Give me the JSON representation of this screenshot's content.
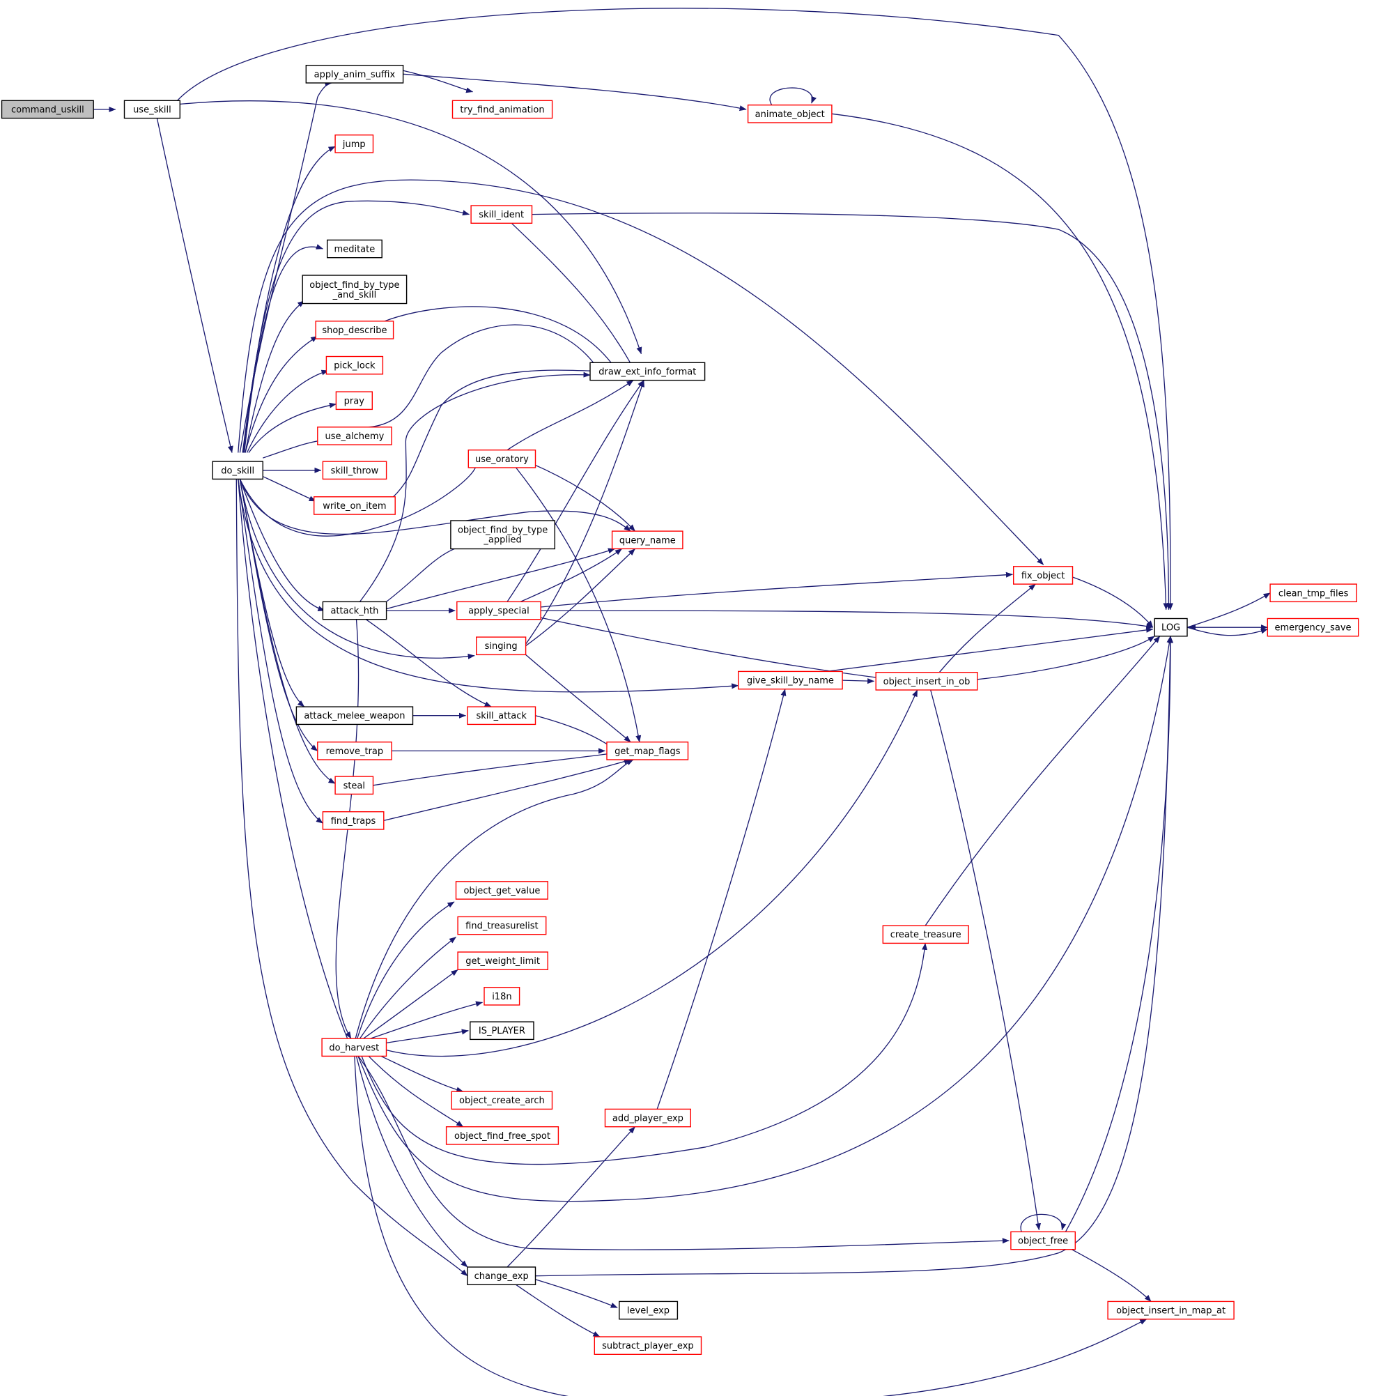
{
  "colors": {
    "edge": "#191970",
    "root_fill": "#bfbfbf",
    "root_border": "#000000",
    "complete_border": "#000000",
    "incomplete_border": "#ff0000",
    "text": "#000000"
  },
  "nodes": {
    "command_uskill": {
      "label": "command_uskill",
      "kind": "root"
    },
    "use_skill": {
      "label": "use_skill",
      "kind": "complete"
    },
    "do_skill": {
      "label": "do_skill",
      "kind": "complete"
    },
    "apply_anim_suffix": {
      "label": "apply_anim_suffix",
      "kind": "complete"
    },
    "try_find_animation": {
      "label": "try_find_animation",
      "kind": "incomplete"
    },
    "animate_object": {
      "label": "animate_object",
      "kind": "incomplete"
    },
    "jump": {
      "label": "jump",
      "kind": "incomplete"
    },
    "skill_ident": {
      "label": "skill_ident",
      "kind": "incomplete"
    },
    "meditate": {
      "label": "meditate",
      "kind": "complete"
    },
    "object_find_by_type_and_skill": {
      "label": "object_find_by_type\n_and_skill",
      "kind": "complete"
    },
    "shop_describe": {
      "label": "shop_describe",
      "kind": "incomplete"
    },
    "pick_lock": {
      "label": "pick_lock",
      "kind": "incomplete"
    },
    "pray": {
      "label": "pray",
      "kind": "incomplete"
    },
    "use_alchemy": {
      "label": "use_alchemy",
      "kind": "incomplete"
    },
    "skill_throw": {
      "label": "skill_throw",
      "kind": "incomplete"
    },
    "write_on_item": {
      "label": "write_on_item",
      "kind": "incomplete"
    },
    "draw_ext_info_format": {
      "label": "draw_ext_info_format",
      "kind": "complete"
    },
    "use_oratory": {
      "label": "use_oratory",
      "kind": "incomplete"
    },
    "query_name": {
      "label": "query_name",
      "kind": "incomplete"
    },
    "object_find_by_type_applied": {
      "label": "object_find_by_type\n_applied",
      "kind": "complete"
    },
    "attack_hth": {
      "label": "attack_hth",
      "kind": "complete"
    },
    "apply_special": {
      "label": "apply_special",
      "kind": "incomplete"
    },
    "singing": {
      "label": "singing",
      "kind": "incomplete"
    },
    "fix_object": {
      "label": "fix_object",
      "kind": "incomplete"
    },
    "LOG": {
      "label": "LOG",
      "kind": "complete"
    },
    "clean_tmp_files": {
      "label": "clean_tmp_files",
      "kind": "incomplete"
    },
    "emergency_save": {
      "label": "emergency_save",
      "kind": "incomplete"
    },
    "give_skill_by_name": {
      "label": "give_skill_by_name",
      "kind": "incomplete"
    },
    "object_insert_in_ob": {
      "label": "object_insert_in_ob",
      "kind": "incomplete"
    },
    "attack_melee_weapon": {
      "label": "attack_melee_weapon",
      "kind": "complete"
    },
    "skill_attack": {
      "label": "skill_attack",
      "kind": "incomplete"
    },
    "remove_trap": {
      "label": "remove_trap",
      "kind": "incomplete"
    },
    "get_map_flags": {
      "label": "get_map_flags",
      "kind": "incomplete"
    },
    "steal": {
      "label": "steal",
      "kind": "incomplete"
    },
    "find_traps": {
      "label": "find_traps",
      "kind": "incomplete"
    },
    "object_get_value": {
      "label": "object_get_value",
      "kind": "incomplete"
    },
    "find_treasurelist": {
      "label": "find_treasurelist",
      "kind": "incomplete"
    },
    "get_weight_limit": {
      "label": "get_weight_limit",
      "kind": "incomplete"
    },
    "create_treasure": {
      "label": "create_treasure",
      "kind": "incomplete"
    },
    "i18n": {
      "label": "i18n",
      "kind": "incomplete"
    },
    "IS_PLAYER": {
      "label": "IS_PLAYER",
      "kind": "complete"
    },
    "do_harvest": {
      "label": "do_harvest",
      "kind": "incomplete"
    },
    "object_create_arch": {
      "label": "object_create_arch",
      "kind": "incomplete"
    },
    "add_player_exp": {
      "label": "add_player_exp",
      "kind": "incomplete"
    },
    "object_find_free_spot": {
      "label": "object_find_free_spot",
      "kind": "incomplete"
    },
    "object_free": {
      "label": "object_free",
      "kind": "incomplete"
    },
    "change_exp": {
      "label": "change_exp",
      "kind": "complete"
    },
    "level_exp": {
      "label": "level_exp",
      "kind": "complete"
    },
    "object_insert_in_map_at": {
      "label": "object_insert_in_map_at",
      "kind": "incomplete"
    },
    "subtract_player_exp": {
      "label": "subtract_player_exp",
      "kind": "incomplete"
    }
  }
}
